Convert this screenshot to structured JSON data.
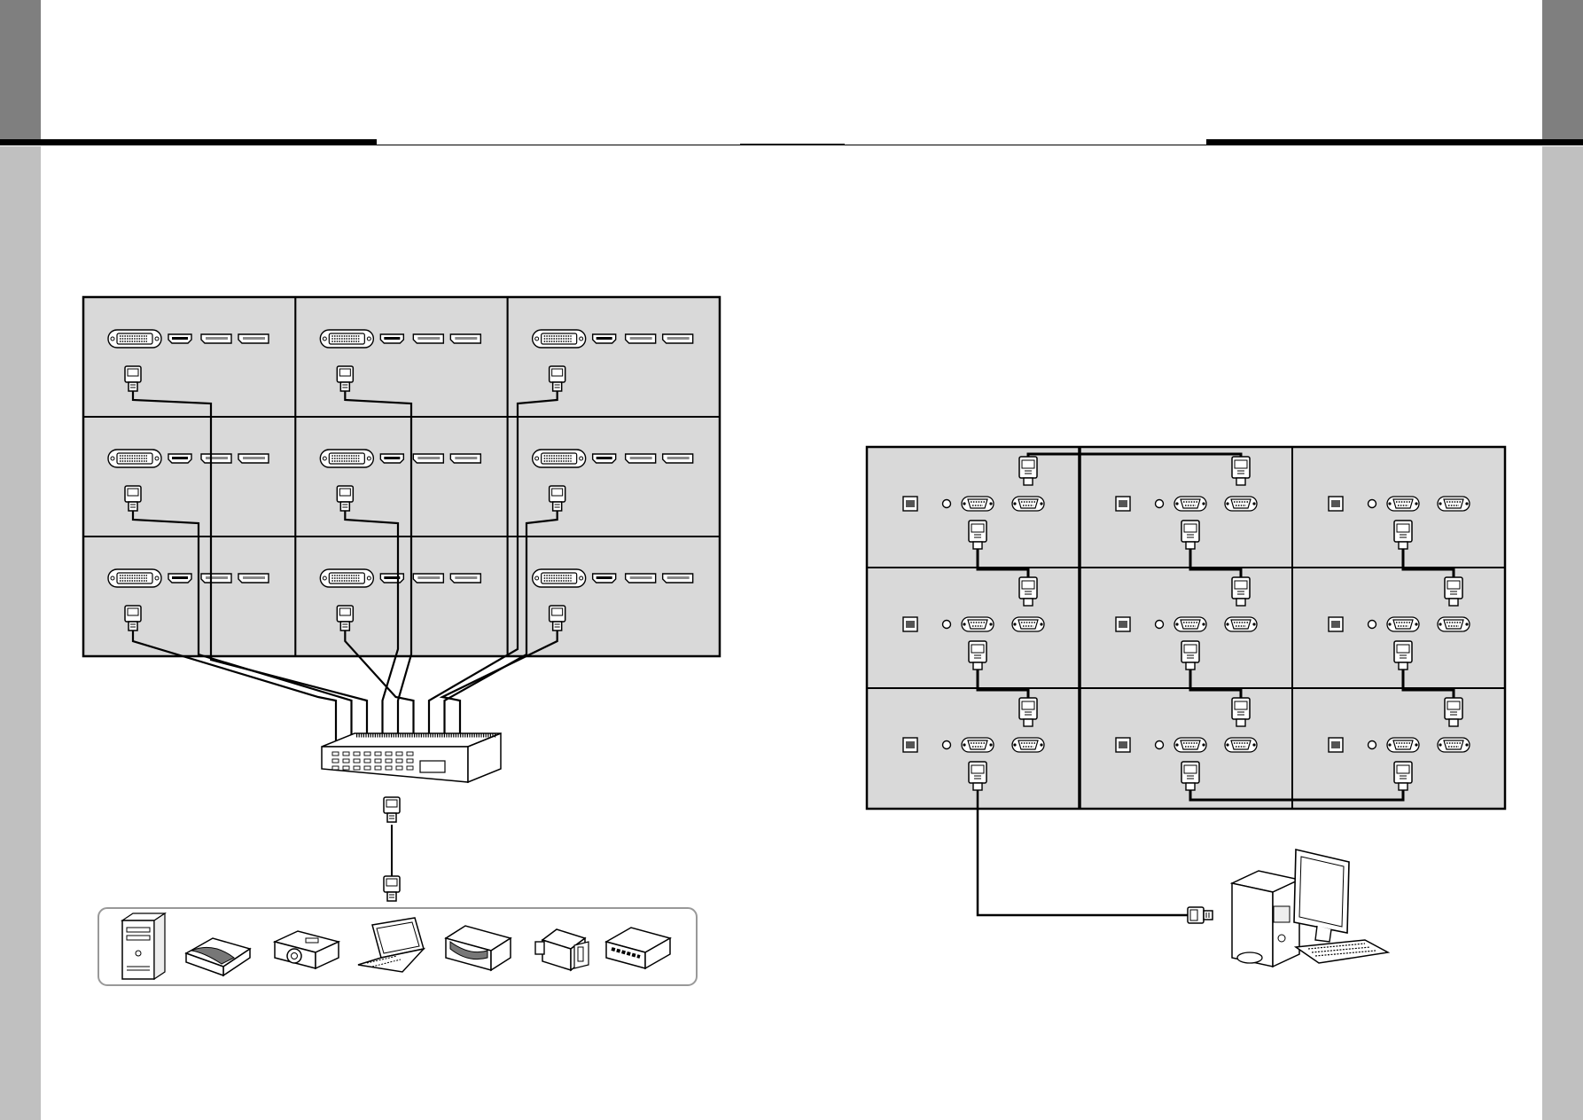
{
  "colors": {
    "band_dark": "#7f7f7f",
    "band_light": "#c0c0c0",
    "panel_fill": "#d9d9d9",
    "line": "#000000",
    "device_fill": "#ffffff"
  },
  "video_wall": {
    "rows": 3,
    "cols": 3,
    "ports": [
      "dvi-port-icon",
      "hdmi-port-icon",
      "displayport-icon",
      "displayport-icon"
    ]
  },
  "rs232_wall": {
    "rows": 3,
    "cols": 3,
    "ports": [
      "rj45-port-icon",
      "ir-sensor-icon",
      "rs232-in-port-icon",
      "rs232-out-port-icon"
    ]
  },
  "splitter": {
    "icon": "video-splitter-icon"
  },
  "sources": [
    {
      "name": "desktop-tower-icon"
    },
    {
      "name": "dvd-player-icon"
    },
    {
      "name": "projector-icon"
    },
    {
      "name": "laptop-icon"
    },
    {
      "name": "media-player-icon"
    },
    {
      "name": "camcorder-icon"
    },
    {
      "name": "set-top-box-icon"
    }
  ],
  "controller": {
    "icon": "desktop-pc-icon"
  }
}
